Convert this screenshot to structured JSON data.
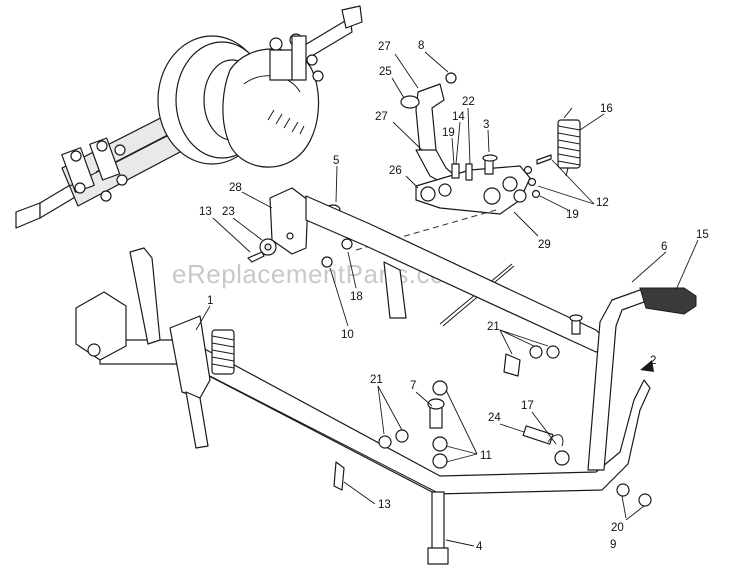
{
  "watermark": "eReplacementParts.com",
  "callouts": [
    {
      "id": "c27a",
      "text": "27"
    },
    {
      "id": "c8",
      "text": "8"
    },
    {
      "id": "c25",
      "text": "25"
    },
    {
      "id": "c22",
      "text": "22"
    },
    {
      "id": "c14",
      "text": "14"
    },
    {
      "id": "c3",
      "text": "3"
    },
    {
      "id": "c27b",
      "text": "27"
    },
    {
      "id": "c19a",
      "text": "19"
    },
    {
      "id": "c16",
      "text": "16"
    },
    {
      "id": "c5",
      "text": "5"
    },
    {
      "id": "c26",
      "text": "26"
    },
    {
      "id": "c12",
      "text": "12"
    },
    {
      "id": "c19b",
      "text": "19"
    },
    {
      "id": "c28",
      "text": "28"
    },
    {
      "id": "c13a",
      "text": "13"
    },
    {
      "id": "c23",
      "text": "23"
    },
    {
      "id": "c29",
      "text": "29"
    },
    {
      "id": "c6",
      "text": "6"
    },
    {
      "id": "c15",
      "text": "15"
    },
    {
      "id": "c18",
      "text": "18"
    },
    {
      "id": "c10",
      "text": "10"
    },
    {
      "id": "c1",
      "text": "1"
    },
    {
      "id": "c21a",
      "text": "21"
    },
    {
      "id": "c2",
      "text": "2"
    },
    {
      "id": "c21b",
      "text": "21"
    },
    {
      "id": "c7",
      "text": "7"
    },
    {
      "id": "c17",
      "text": "17"
    },
    {
      "id": "c24",
      "text": "24"
    },
    {
      "id": "c11",
      "text": "11"
    },
    {
      "id": "c13b",
      "text": "13"
    },
    {
      "id": "c20",
      "text": "20"
    },
    {
      "id": "c9",
      "text": "9"
    },
    {
      "id": "c4",
      "text": "4"
    }
  ]
}
